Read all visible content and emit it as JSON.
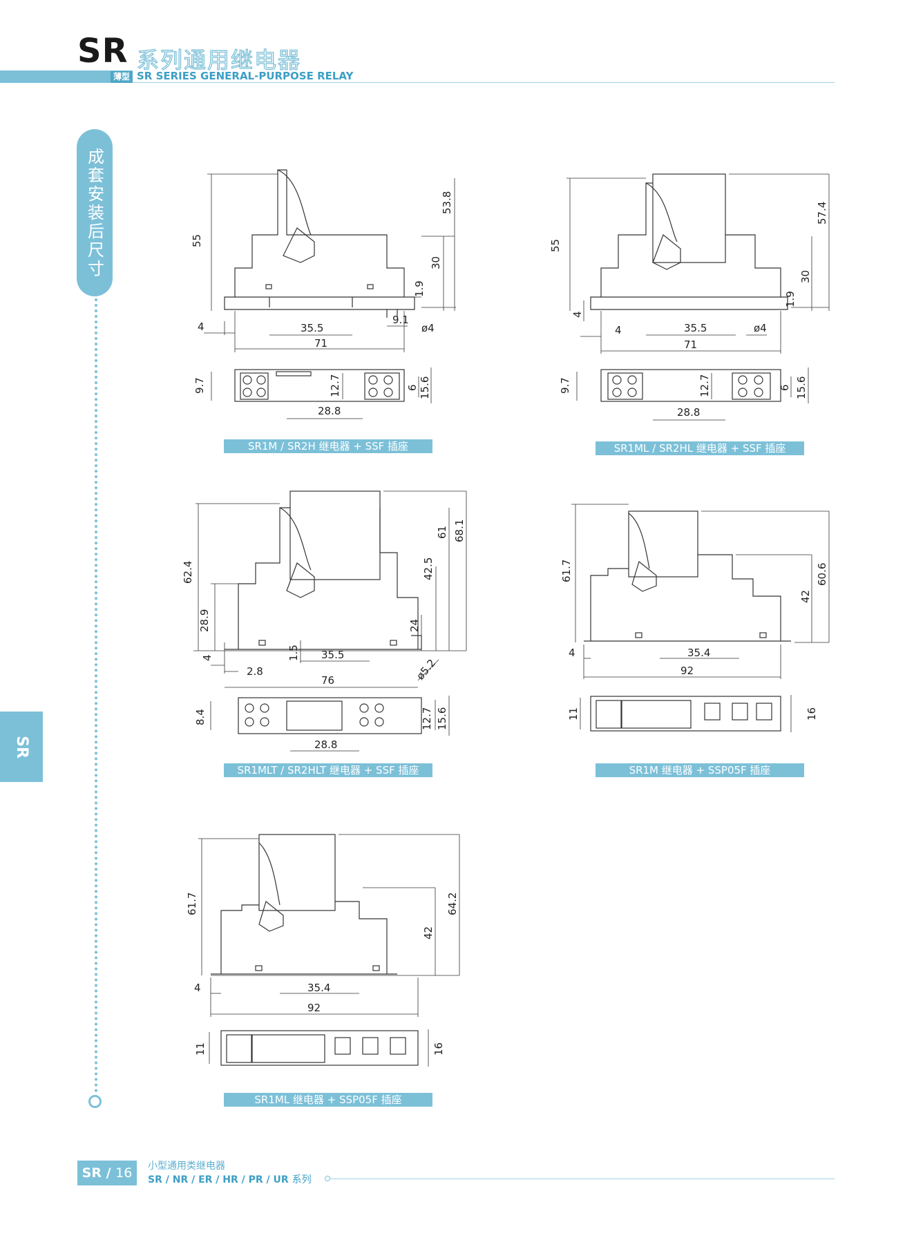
{
  "header": {
    "brand": "SR",
    "title_cn": "系列通用继电器",
    "tag": "薄型",
    "subtitle_en": "SR SERIES GENERAL-PURPOSE RELAY"
  },
  "side": {
    "section_label": "成套安装后尺寸",
    "tab_label": "SR"
  },
  "drawings": [
    {
      "caption": "SR1M / SR2H 继电器 + SSF 插座",
      "dims": {
        "h_total": "55",
        "h_relay": "53.8",
        "h_socket": "30",
        "h_base": "1.9",
        "off": "4",
        "d_pitch": "35.5",
        "d_hole": "9.1",
        "d_dia": "ø4",
        "w_total": "71",
        "t_h": "9.7",
        "t_pitch": "12.7",
        "t_w": "28.8",
        "t_6": "6",
        "t_16": "15.6"
      }
    },
    {
      "caption": "SR1ML / SR2HL 继电器 + SSF 插座",
      "dims": {
        "h_total": "55",
        "h_relay": "57.4",
        "h_socket": "30",
        "h_base": "1.9",
        "off_l": "4",
        "off": "4",
        "d_pitch": "35.5",
        "d_dia": "ø4",
        "w_total": "71",
        "t_h": "9.7",
        "t_pitch": "12.7",
        "t_w": "28.8",
        "t_6": "6",
        "t_16": "15.6"
      }
    },
    {
      "caption": "SR1MLT / SR2HLT 继电器 + SSF 插座",
      "dims": {
        "h_total": "62.4",
        "h_socket": "28.9",
        "h_61": "61",
        "h_681": "68.1",
        "h_425": "42.5",
        "h_24": "24",
        "off": "4",
        "d_28": "2.8",
        "d_15": "1.5",
        "d_pitch": "35.5",
        "w_total": "76",
        "d_dia": "ø5.2",
        "t_h": "8.4",
        "t_pitch": "12.7",
        "t_w": "28.8",
        "t_16": "15.6"
      }
    },
    {
      "caption": "SR1M 继电器 + SSP05F 插座",
      "dims": {
        "h_total": "61.7",
        "h_42": "42",
        "h_606": "60.6",
        "off": "4",
        "d_pitch": "35.4",
        "w_total": "92",
        "t_h": "11",
        "t_16": "16"
      }
    },
    {
      "caption": "SR1ML 继电器 + SSP05F 插座",
      "dims": {
        "h_total": "61.7",
        "h_42": "42",
        "h_642": "64.2",
        "off": "4",
        "d_pitch": "35.4",
        "w_total": "92",
        "t_h": "11",
        "t_16": "16"
      }
    }
  ],
  "footer": {
    "box_label": "SR /",
    "page": "16",
    "line1": "小型通用类继电器",
    "series_prefix": "SR / NR / ER / HR / PR / UR",
    "series_suffix": "系列"
  },
  "colors": {
    "accent": "#7cc0d8",
    "accent_dark": "#3c9fc6"
  }
}
